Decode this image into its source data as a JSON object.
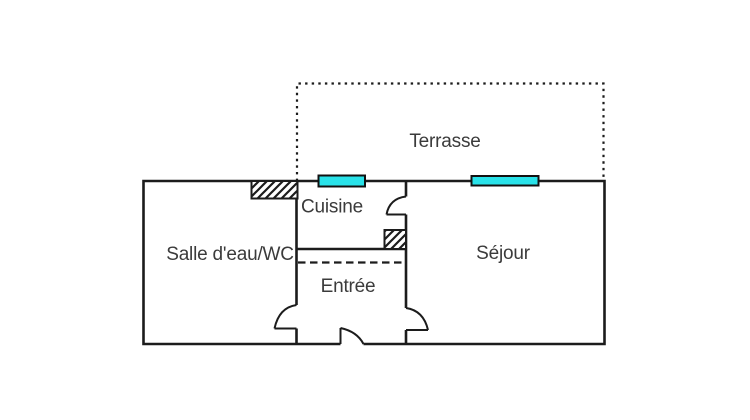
{
  "page": {
    "kind": "floor-plan",
    "background": "#ffffff"
  },
  "colors": {
    "wall_line": "#1c1c1c",
    "label_text": "#3b3b3b",
    "window_fill": "#29e2e9",
    "window_border": "#111111"
  },
  "rooms": [
    {
      "id": "terrasse",
      "label": "Terrasse"
    },
    {
      "id": "cuisine",
      "label": "Cuisine"
    },
    {
      "id": "salle_eau_wc",
      "label": "Salle d'eau/WC"
    },
    {
      "id": "sejour",
      "label": "Séjour"
    },
    {
      "id": "entree",
      "label": "Entrée"
    }
  ],
  "features": {
    "windows": [
      {
        "name": "cuisine-window"
      },
      {
        "name": "sejour-window"
      }
    ],
    "doors": [
      {
        "name": "door-cuisine-to-sejour"
      },
      {
        "name": "door-entree-to-salle-eau"
      },
      {
        "name": "door-entree-to-sejour"
      },
      {
        "name": "front-entrance-door"
      }
    ],
    "hatched_wall_sections": [
      {
        "name": "hatched-wall-top"
      },
      {
        "name": "hatched-wall-entree"
      }
    ],
    "dashed_partition": {
      "name": "entree-cuisine-dashed-limit"
    },
    "dotted_outline": {
      "name": "terrasse-dotted-outline"
    }
  }
}
